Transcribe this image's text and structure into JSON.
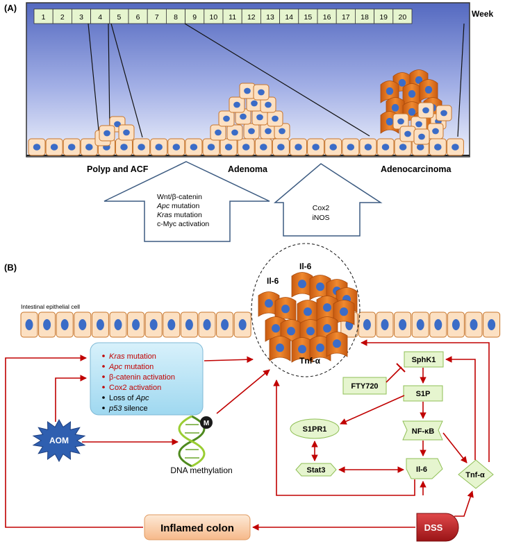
{
  "panel_a": {
    "label": "(A)",
    "week_label": "Week",
    "weeks": [
      "1",
      "2",
      "3",
      "4",
      "5",
      "6",
      "7",
      "8",
      "9",
      "10",
      "11",
      "12",
      "13",
      "14",
      "15",
      "16",
      "17",
      "18",
      "19",
      "20"
    ],
    "stages": [
      "Polyp and ACF",
      "Adenoma",
      "Adenocarcinoma"
    ],
    "arrow1_lines": [
      {
        "pre": "Wnt/β-catenin",
        "em": "",
        "post": ""
      },
      {
        "pre": "",
        "em": "Apc",
        "post": " mutation"
      },
      {
        "pre": "",
        "em": "Kras",
        "post": " mutation"
      },
      {
        "pre": "c-Myc activation",
        "em": "",
        "post": ""
      }
    ],
    "arrow2_lines": [
      "Cox2",
      "iNOS"
    ]
  },
  "panel_b": {
    "label": "(B)",
    "epithelial_label": "Intestinal epithelial cell",
    "tumor_labels": [
      "Il-6",
      "Il-6",
      "Tnf-α"
    ],
    "mutation_list": [
      {
        "pre": "",
        "em": "Kras",
        "post": " mutation",
        "color": "#c00000"
      },
      {
        "pre": "",
        "em": "Apc",
        "post": " mutation",
        "color": "#c00000"
      },
      {
        "pre": "β-catenin activation",
        "em": "",
        "post": "",
        "color": "#c00000"
      },
      {
        "pre": "Cox2 activation",
        "em": "",
        "post": "",
        "color": "#c00000"
      },
      {
        "pre": "Loss of ",
        "em": "Apc",
        "post": "",
        "color": "#000000"
      },
      {
        "pre": "",
        "em": "p53",
        "post": " silence",
        "color": "#000000"
      }
    ],
    "aom_label": "AOM",
    "methyl_badge": "M",
    "dna_label": "DNA methylation",
    "nodes": {
      "sphk1": "SphK1",
      "fty720": "FTY720",
      "s1p": "S1P",
      "s1pr1": "S1PR1",
      "nfkb": "NF-κB",
      "stat3": "Stat3",
      "il6": "Il-6",
      "tnfa": "Tnf-α"
    },
    "inflamed_label": "Inflamed colon",
    "dss_label": "DSS"
  },
  "colors": {
    "arrow_red": "#c00000",
    "lumen_top": "#5a6fc4",
    "lumen_bottom": "#e8ecfa",
    "cell_fill": "#fce0c2",
    "cell_stroke": "#c8752a",
    "nucleus": "#3b6cc7",
    "tumor_orange": "#e87722",
    "node_green": "#e6f5cf",
    "node_green_stroke": "#8fbf55",
    "box_blue": "#bfe6f7",
    "aom_blue": "#2f5fb0",
    "dss_red": "#c0282a"
  }
}
